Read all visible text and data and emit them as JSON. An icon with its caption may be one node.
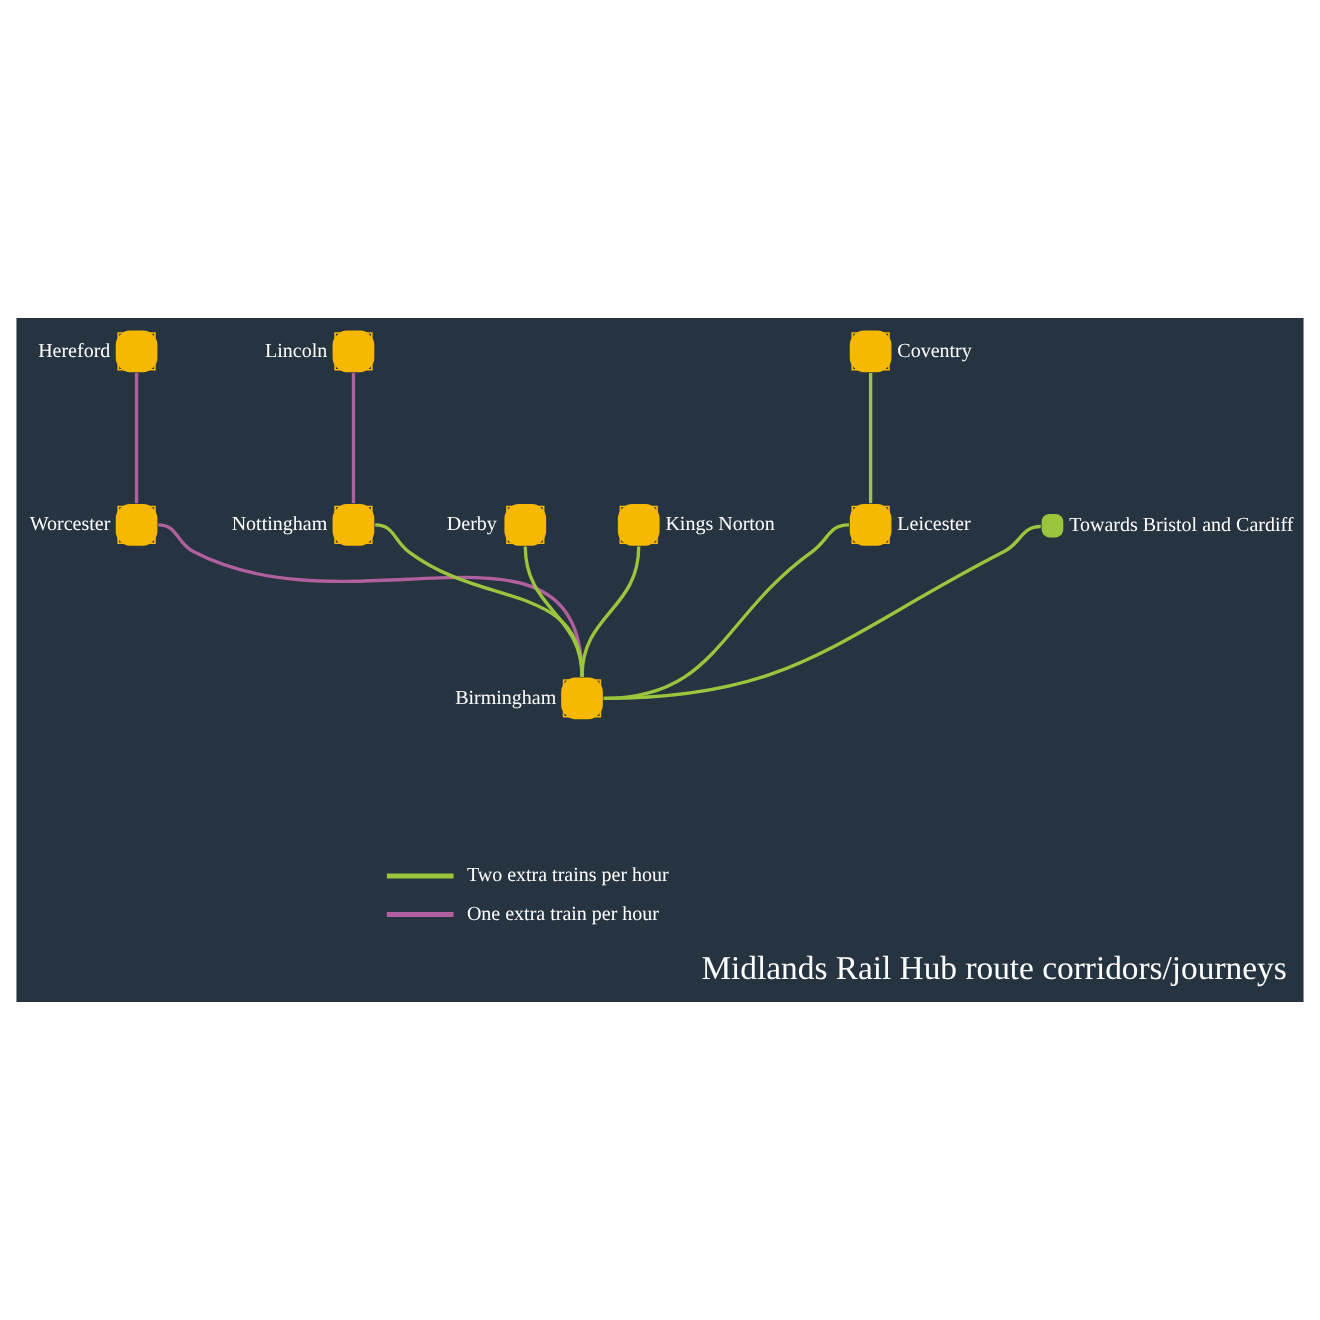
{
  "diagram": {
    "title": "Midlands Rail Hub route corridors/journeys",
    "nodes": [
      {
        "text": [],
        "shape": "circle",
        "beside": [
          "Lincoln"
        ]
      },
      {
        "text": [],
        "shape": "circle",
        "beside": [
          "Nottingham"
        ]
      },
      {
        "text": [],
        "shape": "circle",
        "beside": [
          "Derby"
        ]
      },
      {
        "text": [],
        "shape": "circle",
        "beside": [
          "Leicester"
        ]
      },
      {
        "text": [],
        "shape": "circle",
        "beside": [
          "Birmingham"
        ]
      },
      {
        "text": [],
        "shape": "circle",
        "beside": [
          "Coventry"
        ]
      },
      {
        "text": [],
        "shape": "circle",
        "beside": [
          "Kings Norton"
        ]
      },
      {
        "text": [],
        "shape": "circle",
        "beside": [
          "Worcester"
        ]
      },
      {
        "text": [],
        "shape": "circle",
        "beside": [
          "Hereford"
        ]
      },
      {
        "text": [],
        "shape": "circle",
        "beside": [
          "Towards Bristol and Cardiff"
        ]
      }
    ],
    "edges": [
      {
        "from": 1,
        "to": 0,
        "arrow": "none",
        "color": "#b0609e"
      },
      {
        "from": 4,
        "to": 1,
        "arrow": "none",
        "color": "#9bc53d"
      },
      {
        "from": 4,
        "to": 2,
        "arrow": "none",
        "color": "#9bc53d"
      },
      {
        "from": 4,
        "to": 3,
        "arrow": "none",
        "color": "#9bc53d"
      },
      {
        "from": 3,
        "to": 5,
        "arrow": "none",
        "color": "#9bc53d"
      },
      {
        "from": 4,
        "to": 6,
        "arrow": "none",
        "color": "#9bc53d"
      },
      {
        "from": 4,
        "to": 9,
        "arrow": "none",
        "color": "#9bc53d"
      },
      {
        "from": 4,
        "to": 7,
        "arrow": "none",
        "color": "#b0609e"
      },
      {
        "from": 7,
        "to": 8,
        "arrow": "none",
        "color": "#b0609e"
      }
    ],
    "legend": [
      {
        "text": "Two extra trains per hour",
        "color": "#9bc53d"
      },
      {
        "text": "One extra train per hour",
        "color": "#b0609e"
      }
    ]
  }
}
